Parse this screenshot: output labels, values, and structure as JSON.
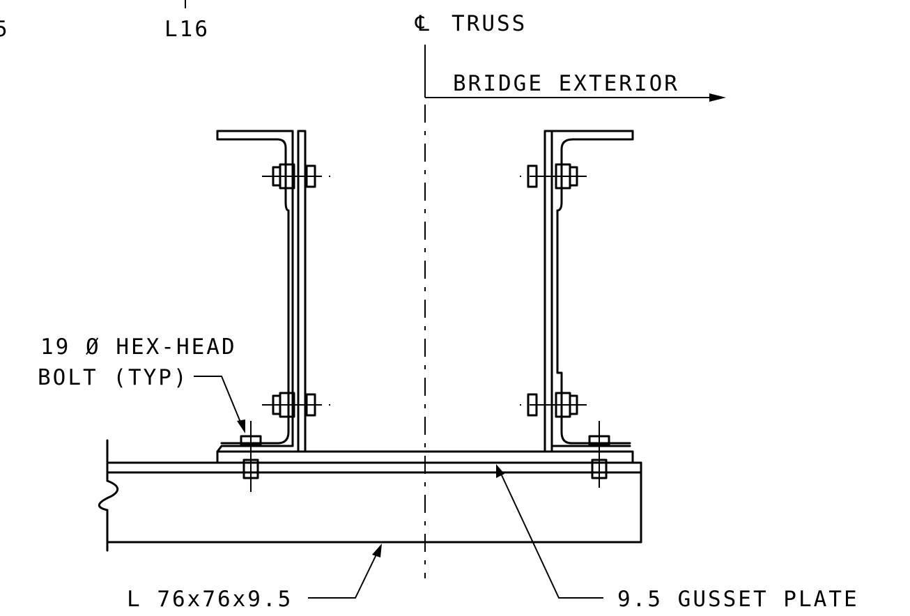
{
  "labels": {
    "left_edge_fragment": "5",
    "l16": "L16",
    "truss_centerline": "TRUSS",
    "centerline_symbol": "℄",
    "bridge_exterior": "BRIDGE EXTERIOR",
    "bolt_callout_line1": "19 Ø HEX-HEAD",
    "bolt_callout_line2": "BOLT (TYP)",
    "angle_callout": "L 76x76x9.5",
    "gusset_callout": "9.5 GUSSET PLATE"
  }
}
